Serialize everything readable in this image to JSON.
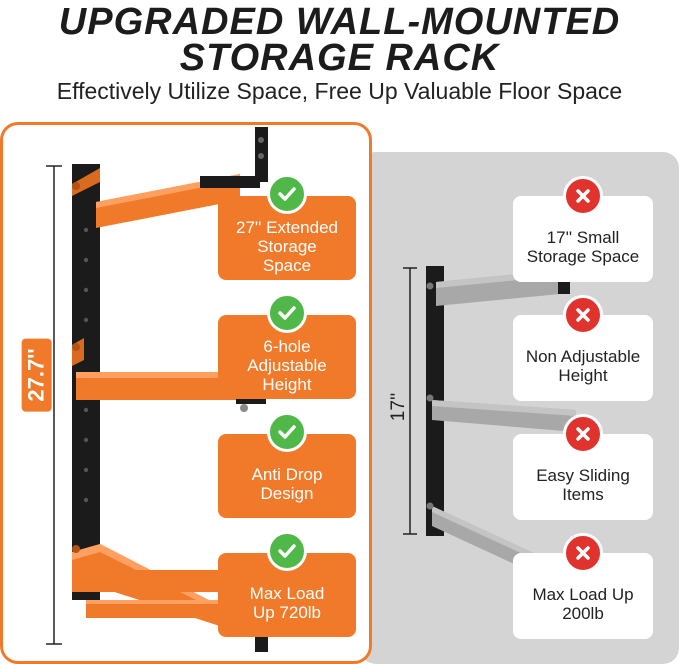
{
  "header": {
    "title_line1": "UPGRADED WALL-MOUNTED",
    "title_line2": "STORAGE RACK",
    "subtitle": "Effectively Utilize Space, Free Up Valuable Floor Space"
  },
  "left_panel": {
    "dimension": "27.7''",
    "features": [
      {
        "lines": [
          "27'' Extended",
          "Storage",
          "Space"
        ],
        "icon": "check-icon"
      },
      {
        "lines": [
          "6-hole",
          "Adjustable",
          "Height"
        ],
        "icon": "check-icon"
      },
      {
        "lines": [
          "Anti Drop",
          "Design"
        ],
        "icon": "check-icon"
      },
      {
        "lines": [
          "Max Load",
          "Up 720lb"
        ],
        "icon": "check-icon"
      }
    ]
  },
  "right_panel": {
    "dimension": "17''",
    "features": [
      {
        "lines": [
          "17'' Small",
          "Storage Space"
        ],
        "icon": "cross-icon"
      },
      {
        "lines": [
          "Non Adjustable",
          "Height"
        ],
        "icon": "cross-icon"
      },
      {
        "lines": [
          "Easy Sliding",
          "Items"
        ],
        "icon": "cross-icon"
      },
      {
        "lines": [
          "Max Load Up",
          "200lb"
        ],
        "icon": "cross-icon"
      }
    ]
  },
  "colors": {
    "accent_orange": "#f07a2a",
    "check_green": "#4fb848",
    "cross_red": "#e0332e",
    "gray_panel": "#d4d4d4",
    "steel_black": "#1b1b1b"
  }
}
